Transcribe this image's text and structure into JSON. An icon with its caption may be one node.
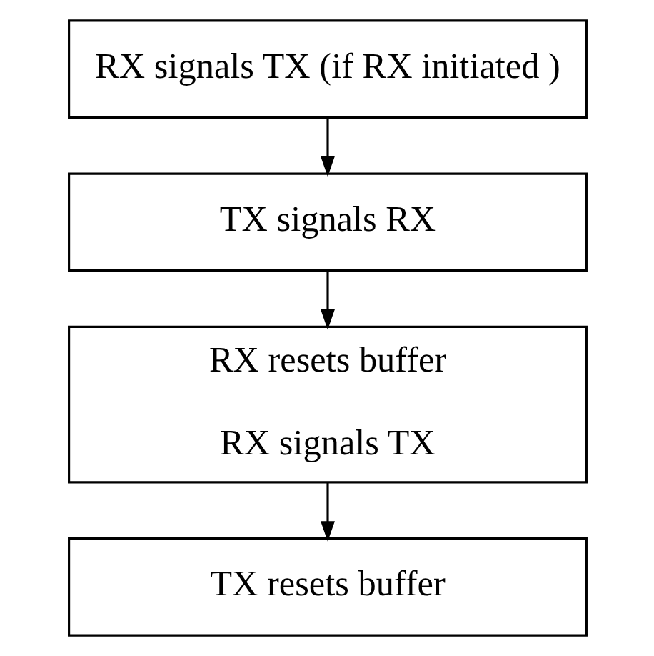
{
  "diagram": {
    "nodes": [
      {
        "text": [
          "RX signals TX (if RX initiated )"
        ]
      },
      {
        "text": [
          "TX signals RX"
        ]
      },
      {
        "text": [
          "RX resets buffer",
          "RX signals TX"
        ]
      },
      {
        "text": [
          "TX resets buffer"
        ]
      }
    ],
    "edges": [
      {
        "from": 0,
        "to": 1,
        "arrow": "to"
      },
      {
        "from": 1,
        "to": 2,
        "arrow": "to"
      },
      {
        "from": 2,
        "to": 3,
        "arrow": "to"
      }
    ]
  }
}
